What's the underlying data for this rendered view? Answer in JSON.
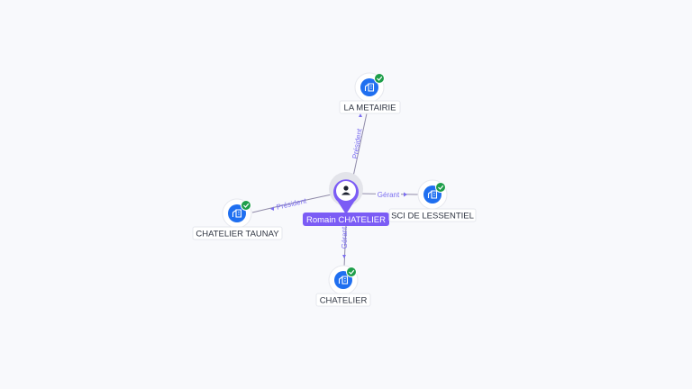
{
  "diagram": {
    "center": {
      "label": "Romain CHATELIER",
      "icon": "person-icon",
      "color": "#7b5cf5"
    },
    "companies": [
      {
        "id": "la-metairie",
        "label": "LA METAIRIE",
        "icon": "building-icon",
        "status": "verified"
      },
      {
        "id": "sci-de-lessentiel",
        "label": "SCI DE LESSENTIEL",
        "icon": "building-icon",
        "status": "verified"
      },
      {
        "id": "chatelier-taunay",
        "label": "CHATELIER TAUNAY",
        "icon": "building-icon",
        "status": "verified"
      },
      {
        "id": "chatelier",
        "label": "CHATELIER",
        "icon": "building-icon",
        "status": "verified"
      }
    ],
    "edges": [
      {
        "to": "la-metairie",
        "label": "Président"
      },
      {
        "to": "sci-de-lessentiel",
        "label": "Gérant"
      },
      {
        "to": "chatelier-taunay",
        "label": "Président"
      },
      {
        "to": "chatelier",
        "label": "Gérant"
      }
    ],
    "colors": {
      "company": "#1f6ff0",
      "verified": "#1e9e4a",
      "edge": "#8f8aa8",
      "edge_label": "#7b6ef0"
    }
  }
}
